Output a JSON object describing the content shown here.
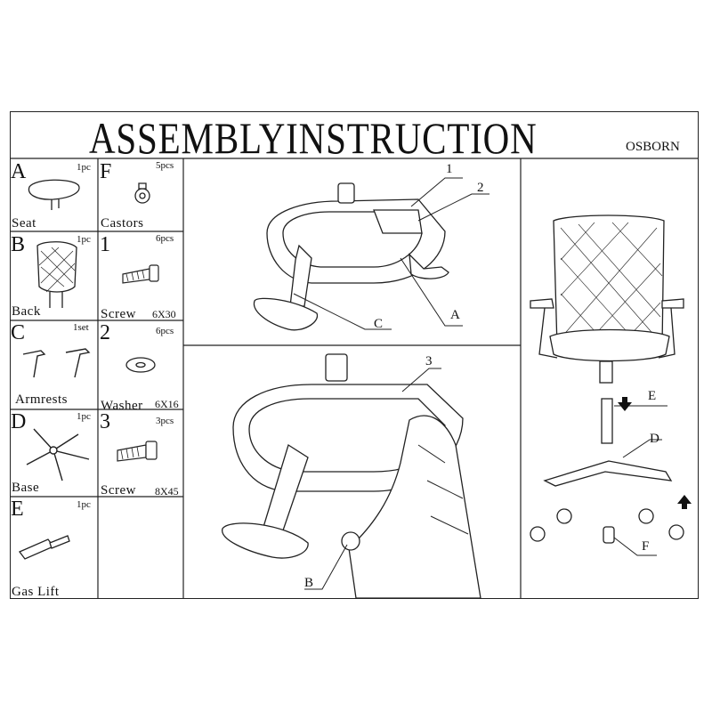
{
  "title": "ASSEMBLYINSTRUCTION",
  "brand": "OSBORN",
  "parts": [
    {
      "letter": "A",
      "qty": "1pc",
      "name": "Seat"
    },
    {
      "letter": "B",
      "qty": "1pc",
      "name": "Back"
    },
    {
      "letter": "C",
      "qty": "1set",
      "name": "Armrests"
    },
    {
      "letter": "D",
      "qty": "1pc",
      "name": "Base"
    },
    {
      "letter": "E",
      "qty": "1pc",
      "name": "Gas Lift"
    },
    {
      "letter": "F",
      "qty": "5pcs",
      "name": "Castors"
    },
    {
      "letter": "1",
      "qty": "6pcs",
      "name": "Screw",
      "size": "6X30"
    },
    {
      "letter": "2",
      "qty": "6pcs",
      "name": "Washer",
      "size": "6X16"
    },
    {
      "letter": "3",
      "qty": "3pcs",
      "name": "Screw",
      "size": "8X45"
    }
  ],
  "callouts": {
    "step1": [
      "1",
      "2",
      "C",
      "A"
    ],
    "step2": [
      "3",
      "B"
    ],
    "step3": [
      "E",
      "D",
      "F"
    ]
  }
}
